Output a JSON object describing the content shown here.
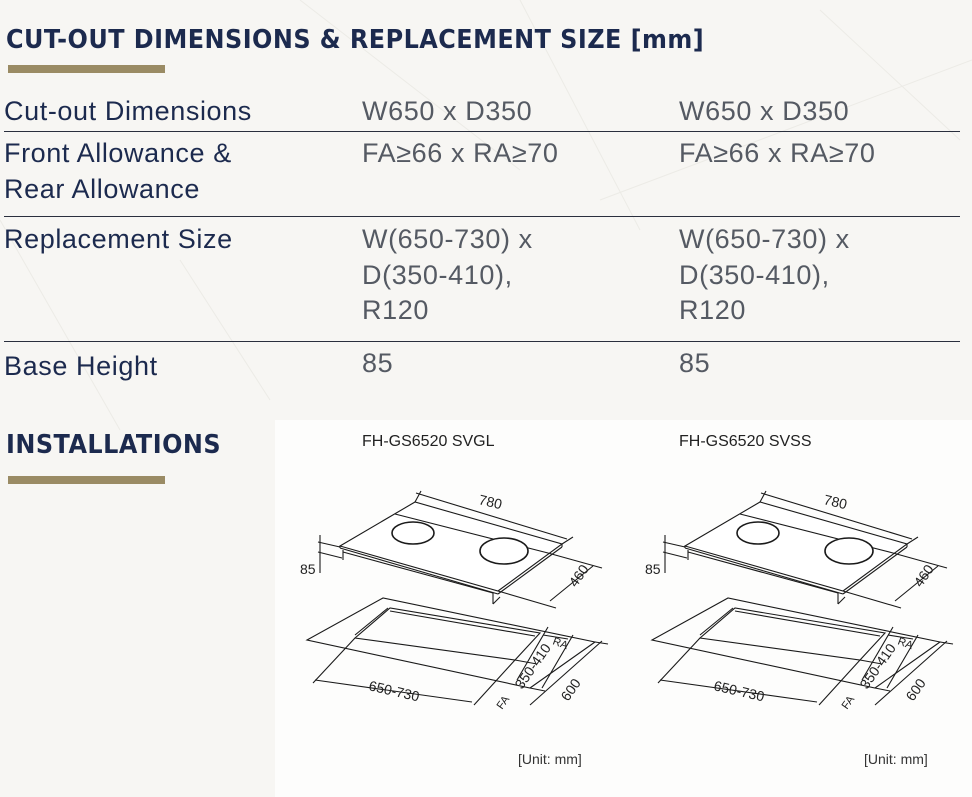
{
  "cutout_section": {
    "title": "CUT-OUT DIMENSIONS & REPLACEMENT SIZE [mm]",
    "rows": [
      {
        "label": "Cut-out Dimensions",
        "label_lines": [
          "Cut-out Dimensions"
        ],
        "col1": [
          "W650 x D350"
        ],
        "col2": [
          "W650 x D350"
        ]
      },
      {
        "label": "Front Allowance & Rear Allowance",
        "label_lines": [
          "Front Allowance &",
          "Rear Allowance"
        ],
        "col1": [
          "FA≥66 x RA≥70"
        ],
        "col2": [
          "FA≥66 x RA≥70"
        ]
      },
      {
        "label": "Replacement Size",
        "label_lines": [
          "Replacement Size"
        ],
        "col1": [
          "W(650-730) x",
          "D(350-410),",
          "R120"
        ],
        "col2": [
          "W(650-730) x",
          "D(350-410),",
          "R120"
        ]
      },
      {
        "label": "Base Height",
        "label_lines": [
          "Base Height"
        ],
        "col1": [
          "85"
        ],
        "col2": [
          "85"
        ]
      }
    ]
  },
  "installations_section": {
    "title": "INSTALLATIONS",
    "diagrams": [
      {
        "model": "FH-GS6520 SVGL",
        "hob_width": "780",
        "hob_depth": "460",
        "hob_height": "85",
        "cutout_width": "650-730",
        "cutout_depth": "350-410",
        "counter_depth": "600",
        "front_allowance": "FA",
        "rear_allowance": "RA",
        "unit": "[Unit: mm]"
      },
      {
        "model": "FH-GS6520 SVSS",
        "hob_width": "780",
        "hob_depth": "460",
        "hob_height": "85",
        "cutout_width": "650-730",
        "cutout_depth": "350-410",
        "counter_depth": "600",
        "front_allowance": "FA",
        "rear_allowance": "RA",
        "unit": "[Unit: mm]"
      }
    ]
  },
  "colors": {
    "heading": "#1c2a4e",
    "accent_bar": "#9a8b64",
    "value_text": "#555a63",
    "divider": "#2a2f3d",
    "background": "#f7f6f3"
  }
}
